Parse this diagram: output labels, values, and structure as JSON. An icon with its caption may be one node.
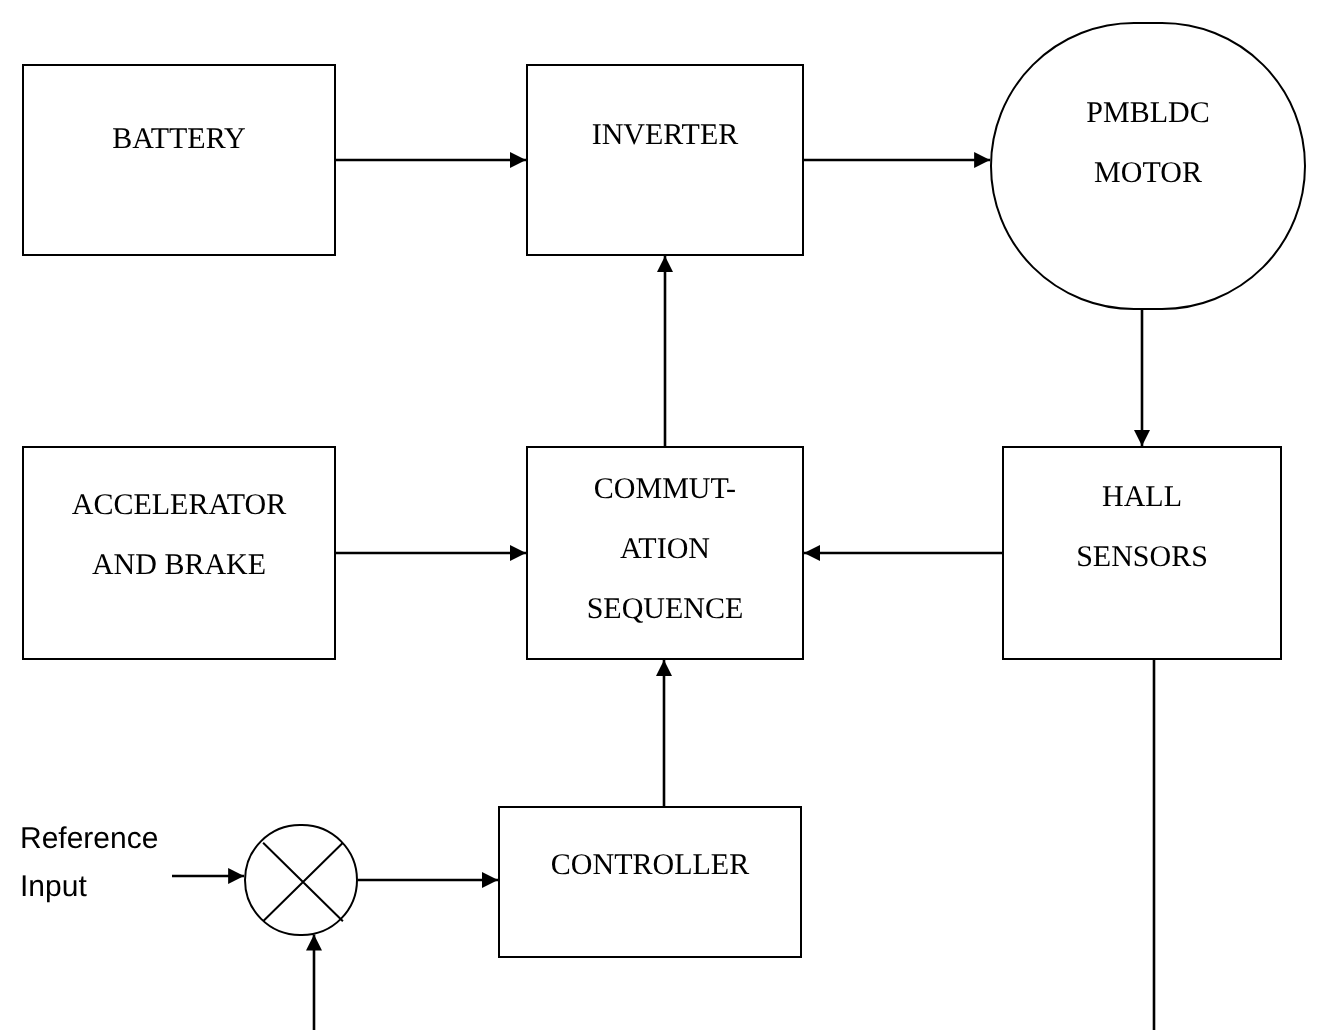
{
  "diagram": {
    "nodes": [
      {
        "text": [
          "BATTERY"
        ]
      },
      {
        "text": [
          "INVERTER"
        ]
      },
      {
        "text": [
          "PMBLDC MOTOR"
        ]
      },
      {
        "text": [
          "ACCELERATOR AND BRAKE"
        ]
      },
      {
        "text": [
          "COMMUT- ATION SEQUENCE"
        ]
      },
      {
        "text": [
          "HALL SENSORS"
        ]
      },
      {
        "text": [
          "Reference Input"
        ]
      },
      {
        "text": [],
        "shape": "circle"
      },
      {
        "text": [
          "CONTROLLER"
        ]
      }
    ],
    "edges": [
      {
        "from": 0,
        "to": 1,
        "arrow": "to"
      },
      {
        "from": 1,
        "to": 2,
        "arrow": "to"
      },
      {
        "from": 2,
        "to": 5,
        "arrow": "to"
      },
      {
        "from": 3,
        "to": 4,
        "arrow": "to"
      },
      {
        "from": 5,
        "to": 4,
        "arrow": "to"
      },
      {
        "from": 4,
        "to": 1,
        "arrow": "to"
      },
      {
        "from": 8,
        "to": 4,
        "arrow": "to"
      },
      {
        "from": 6,
        "to": 7,
        "arrow": "to"
      },
      {
        "from": 7,
        "to": 8,
        "arrow": "to"
      },
      {
        "from": 5,
        "to": null,
        "arrow": "none"
      },
      {
        "from": null,
        "to": 7,
        "arrow": "to"
      }
    ]
  }
}
